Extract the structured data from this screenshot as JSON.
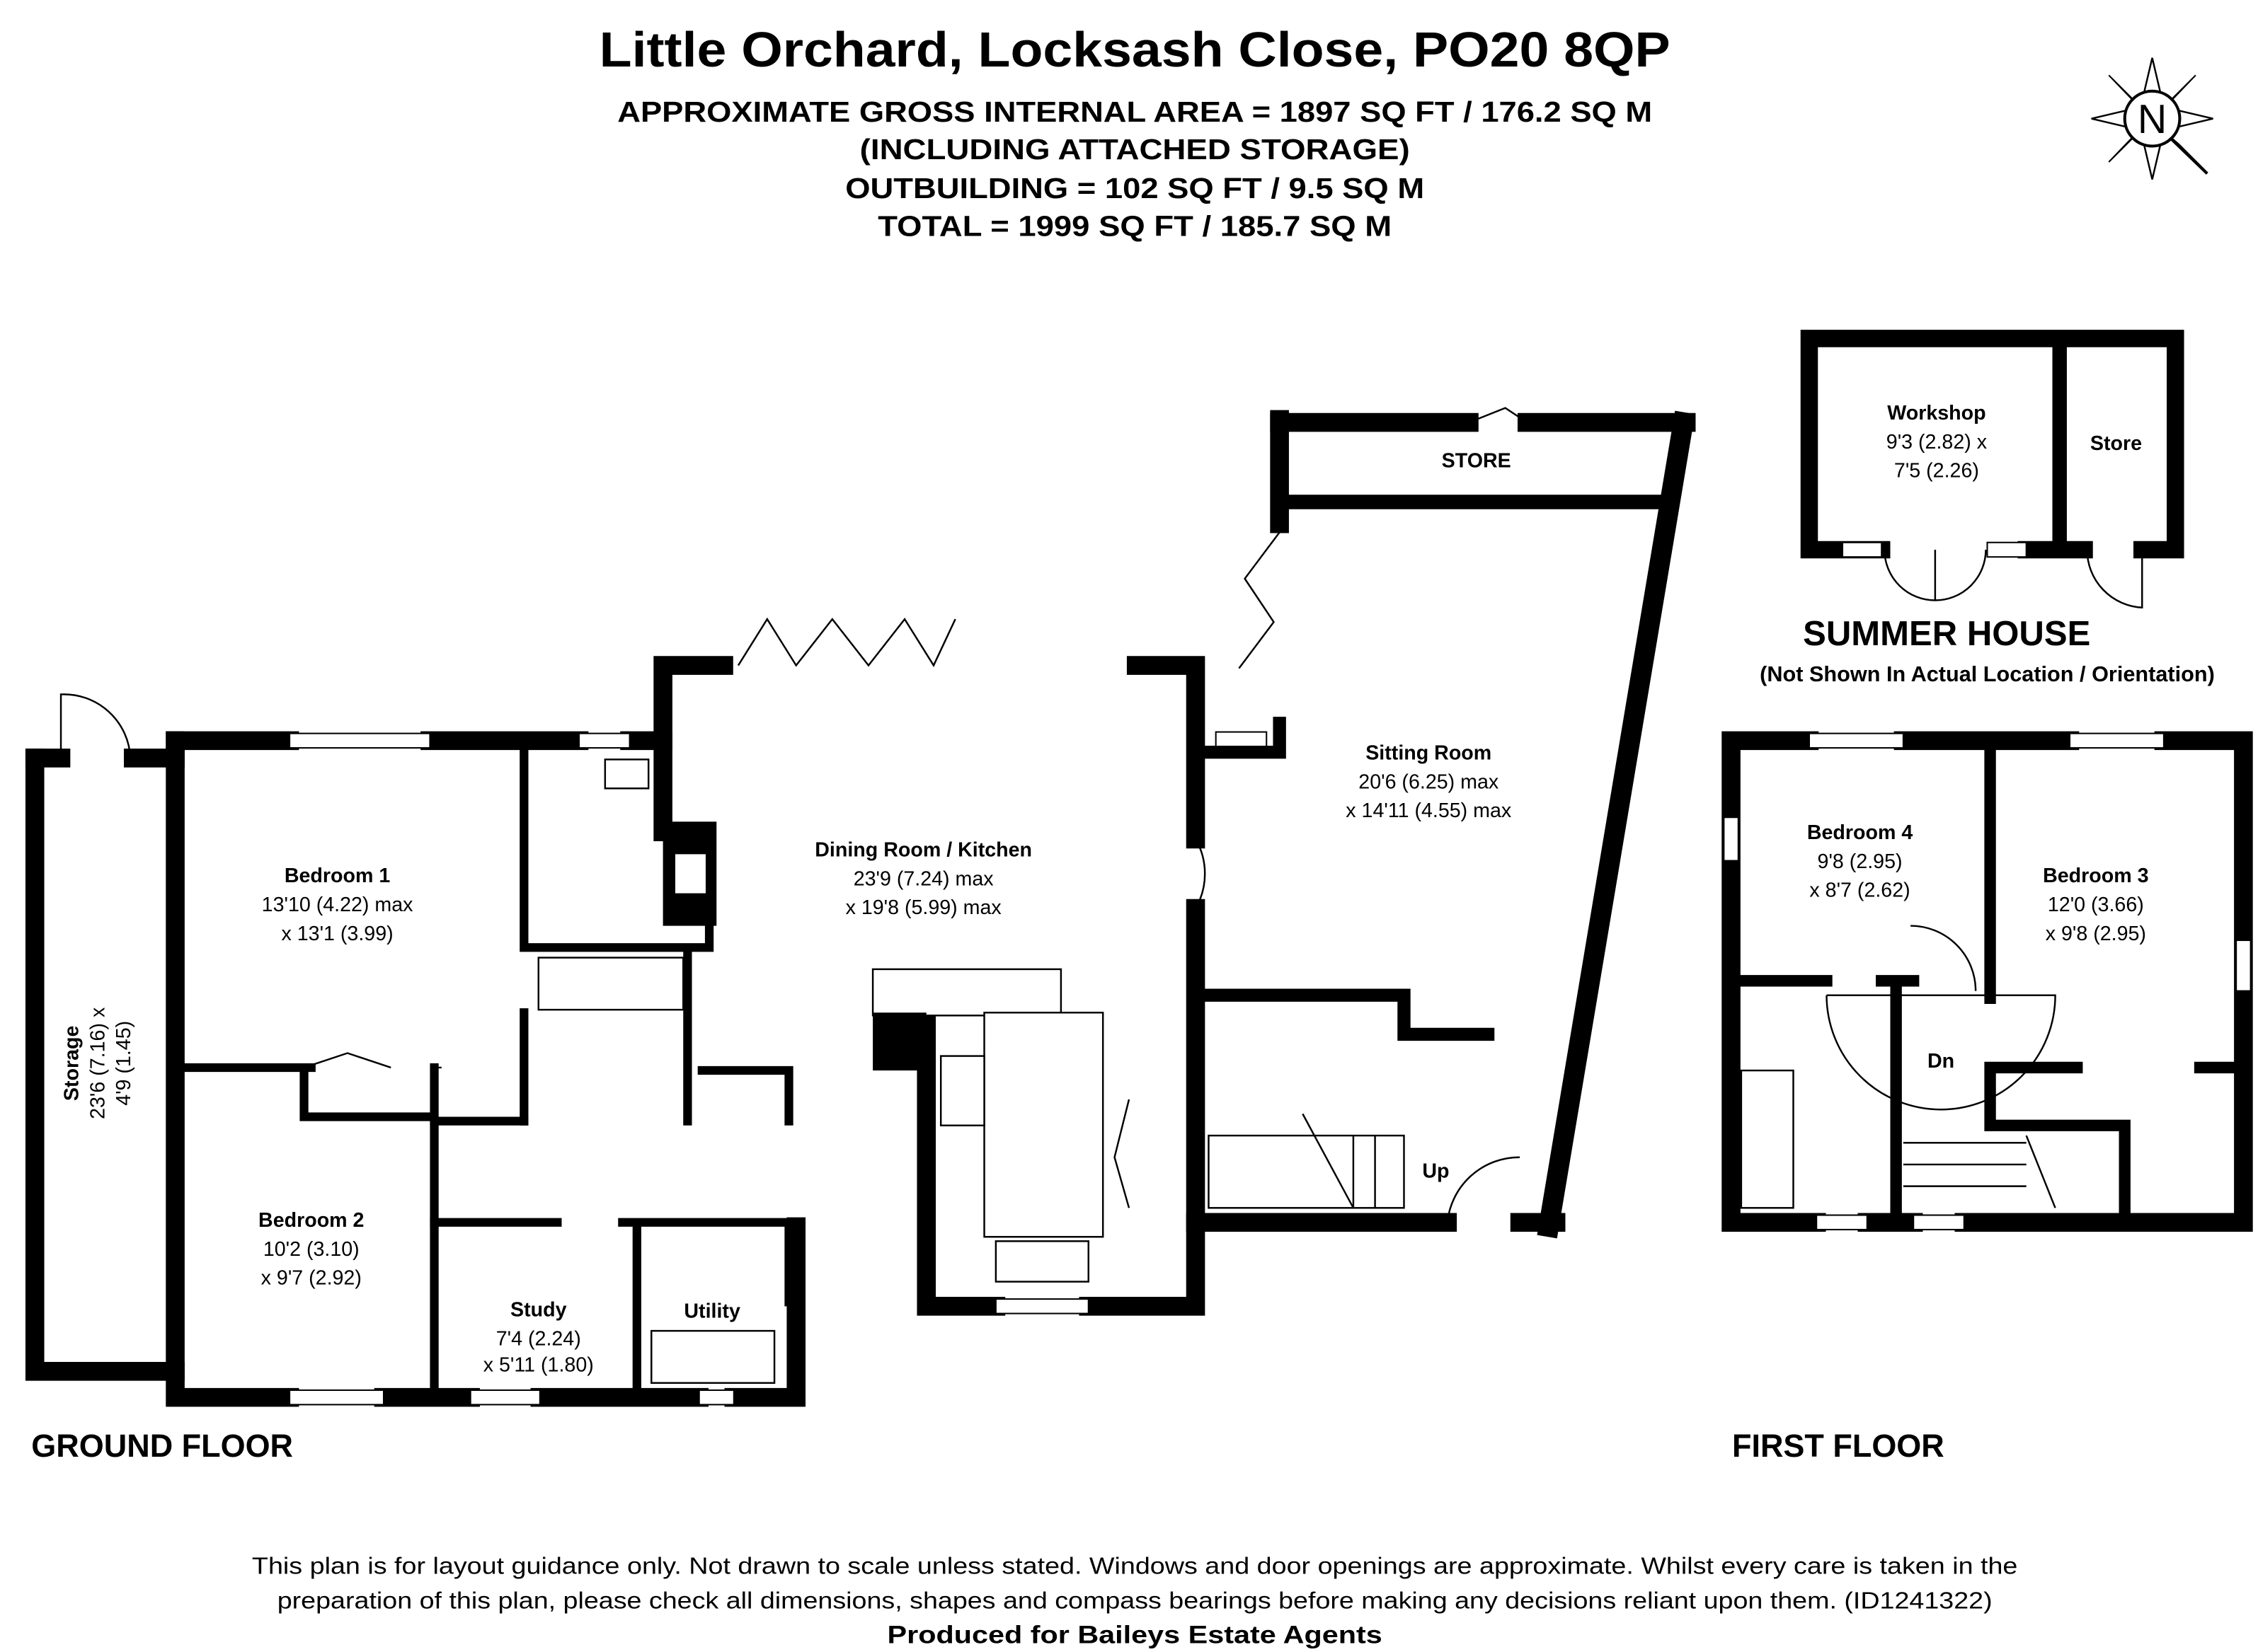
{
  "header": {
    "title": "Little Orchard, Locksash Close, PO20 8QP",
    "area_lines": [
      "APPROXIMATE GROSS INTERNAL AREA = 1897 SQ FT / 176.2 SQ M",
      "(INCLUDING ATTACHED STORAGE)",
      "OUTBUILDING = 102 SQ FT / 9.5 SQ M",
      "TOTAL = 1999 SQ FT / 185.7 SQ M"
    ]
  },
  "compass": {
    "label": "N",
    "icon": "compass-north-icon"
  },
  "ground_floor": {
    "label": "GROUND FLOOR",
    "rooms": {
      "storage": {
        "name": "Storage",
        "dim1": "23'6 (7.16) x",
        "dim2": "4'9 (1.45)"
      },
      "bedroom1": {
        "name": "Bedroom 1",
        "dim1": "13'10 (4.22) max",
        "dim2": "x 13'1 (3.99)"
      },
      "bedroom2": {
        "name": "Bedroom 2",
        "dim1": "10'2 (3.10)",
        "dim2": "x 9'7 (2.92)"
      },
      "study": {
        "name": "Study",
        "dim1": "7'4 (2.24)",
        "dim2": "x 5'11 (1.80)"
      },
      "utility": {
        "name": "Utility"
      },
      "dining": {
        "name": "Dining Room / Kitchen",
        "dim1": "23'9 (7.24) max",
        "dim2": "x 19'8 (5.99) max"
      },
      "sitting": {
        "name": "Sitting Room",
        "dim1": "20'6 (6.25) max",
        "dim2": "x 14'11 (4.55) max"
      },
      "store": {
        "name": "STORE"
      }
    },
    "stairs_label": "Up"
  },
  "summer_house": {
    "label": "SUMMER HOUSE",
    "note": "(Not Shown In Actual Location / Orientation)",
    "workshop": {
      "name": "Workshop",
      "dim1": "9'3 (2.82) x",
      "dim2": "7'5 (2.26)"
    },
    "store": {
      "name": "Store"
    }
  },
  "first_floor": {
    "label": "FIRST FLOOR",
    "bedroom4": {
      "name": "Bedroom 4",
      "dim1": "9'8 (2.95)",
      "dim2": "x 8'7 (2.62)"
    },
    "bedroom3": {
      "name": "Bedroom 3",
      "dim1": "12'0 (3.66)",
      "dim2": "x 9'8 (2.95)"
    },
    "stairs_label": "Dn"
  },
  "footer": {
    "disclaimer1": "This plan is for layout guidance only. Not drawn to scale unless stated. Windows and door openings are approximate. Whilst every care is taken in the",
    "disclaimer2": "preparation of this plan, please check all dimensions, shapes and compass bearings before making any decisions reliant upon them. (ID1241322)",
    "produced_for": "Produced for Baileys Estate Agents"
  }
}
